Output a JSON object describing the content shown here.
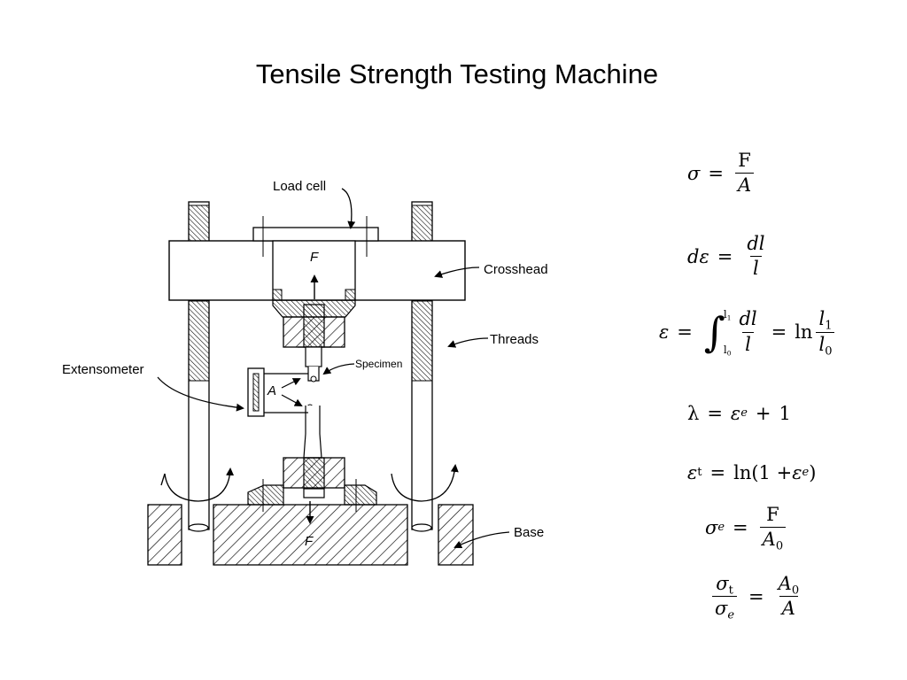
{
  "title": "Tensile Strength Testing Machine",
  "labels": {
    "load_cell": "Load cell",
    "crosshead": "Crosshead",
    "threads": "Threads",
    "extensometer": "Extensometer",
    "specimen": "Specimen",
    "base": "Base",
    "force_top": "F",
    "force_bottom": "F",
    "gauge": "A"
  },
  "equations": {
    "stress": {
      "lhs": "σ",
      "op": "=",
      "num": "F",
      "den": "A"
    },
    "strain_diff": {
      "lhs": "dε",
      "op": "=",
      "num": "dl",
      "den": "l"
    },
    "true_strain": {
      "lhs": "ε",
      "op": "=",
      "lower": "l",
      "lower_sub": "0",
      "upper": "l",
      "upper_sub": "1",
      "int_num": "dl",
      "int_den": "l",
      "op2": "=",
      "ln": "ln",
      "num": "l",
      "num_sub": "1",
      "den": "l",
      "den_sub": "0"
    },
    "stretch": {
      "text_a": "λ",
      "op": "=",
      "b": "ε",
      "b_sub": "e",
      "plus": "+",
      "one": "1"
    },
    "true_strain_ln": {
      "lhs": "ε",
      "lhs_sub": "t",
      "op": "=",
      "rhs": "ln(1 + ",
      "eps": "ε",
      "eps_sub": "e",
      "close": ")"
    },
    "eng_stress": {
      "lhs": "σ",
      "lhs_sub": "e",
      "op": "=",
      "num": "F",
      "den": "A",
      "den_sub": "0"
    },
    "stress_ratio": {
      "num_l": "σ",
      "num_l_sub": "t",
      "den_l": "σ",
      "den_l_sub": "e",
      "op": "=",
      "num_r": "A",
      "num_r_sub": "0",
      "den_r": "A"
    }
  }
}
